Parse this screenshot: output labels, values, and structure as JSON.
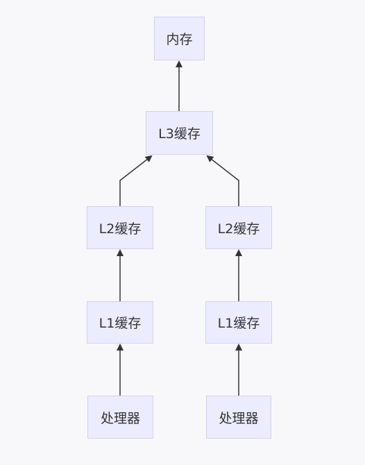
{
  "diagram": {
    "nodes": {
      "memory": "内存",
      "l3": "L3缓存",
      "l2_left": "L2缓存",
      "l2_right": "L2缓存",
      "l1_left": "L1缓存",
      "l1_right": "L1缓存",
      "cpu_left": "处理器",
      "cpu_right": "处理器"
    },
    "edges": [
      {
        "from": "cpu_left",
        "to": "l1_left"
      },
      {
        "from": "cpu_right",
        "to": "l1_right"
      },
      {
        "from": "l1_left",
        "to": "l2_left"
      },
      {
        "from": "l1_right",
        "to": "l2_right"
      },
      {
        "from": "l2_left",
        "to": "l3"
      },
      {
        "from": "l2_right",
        "to": "l3"
      },
      {
        "from": "l3",
        "to": "memory"
      }
    ],
    "colors": {
      "node_fill": "#ececff",
      "node_border": "#d0d0f3",
      "edge": "#333333",
      "background": "#f8f8fa"
    }
  }
}
